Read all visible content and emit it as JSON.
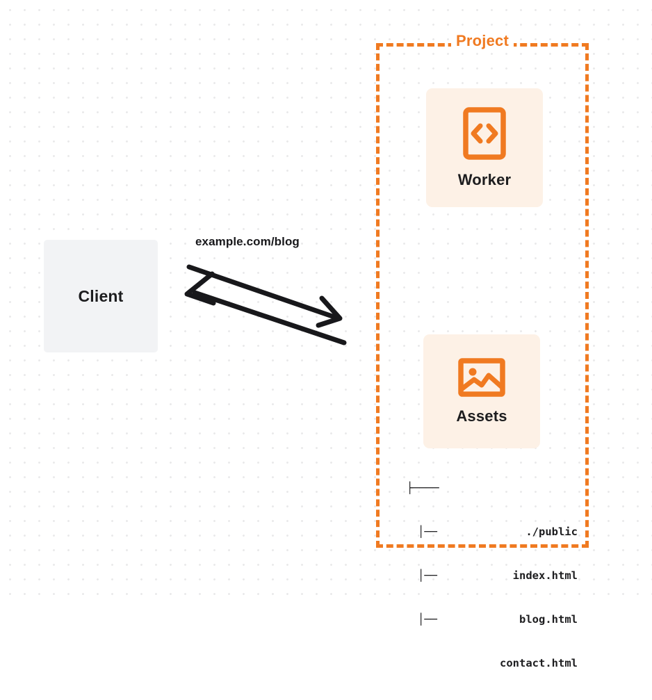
{
  "diagram": {
    "title_hidden": "",
    "background": {
      "dot_color": "#e9e9ea",
      "page_color": "#ffffff"
    },
    "colors": {
      "accent_orange": "#f07a21",
      "card_fill": "#fdf1e6",
      "client_fill": "#f2f3f5",
      "text_dark": "#1d1d1f"
    },
    "client": {
      "label": "Client",
      "icon": "none"
    },
    "connection": {
      "label": "example.com/blog",
      "request_arrow": "arrow-right-icon",
      "response_arrow": "arrow-left-icon"
    },
    "project": {
      "title": "Project",
      "nodes": [
        {
          "label": "Worker",
          "icon": "code-brackets-icon"
        },
        {
          "label": "Assets",
          "icon": "image-icon"
        }
      ],
      "file_tree": [
        {
          "branch": "├────",
          "name": "./public"
        },
        {
          "branch": "│──",
          "name": "index.html"
        },
        {
          "branch": "│──",
          "name": "blog.html"
        },
        {
          "branch": "│──",
          "name": "contact.html"
        }
      ]
    }
  }
}
